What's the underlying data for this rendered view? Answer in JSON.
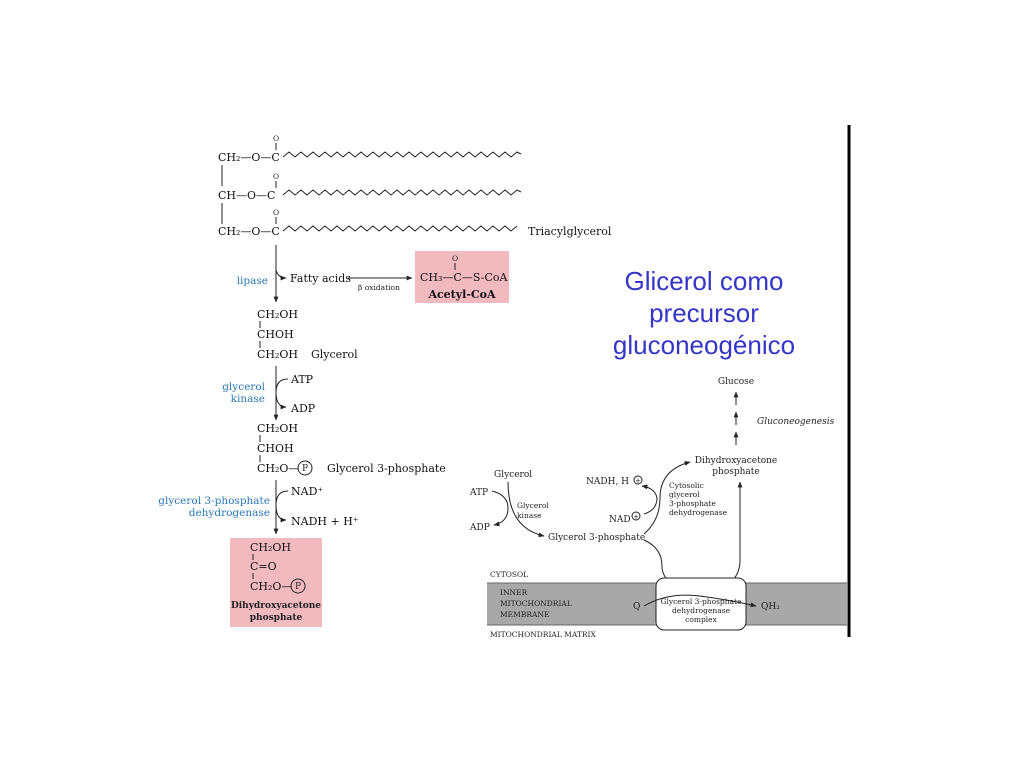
{
  "title": {
    "line1": "Glicerol como",
    "line2": "precursor",
    "line3": "gluconeogénico"
  },
  "left": {
    "triacylglycerol": {
      "o": "O",
      "row1": "CH₂—O—C",
      "row2": "CH—O—C",
      "row3": "CH₂—O—C",
      "label": "Triacylglycerol"
    },
    "lipase": "lipase",
    "fatty_acids": "Fatty acids",
    "beta_ox": "β oxidation",
    "acetyl": {
      "o": "O",
      "formula": "CH₃—C—S-CoA",
      "name": "Acetyl-CoA"
    },
    "glycerol": {
      "l1": "CH₂OH",
      "l2": "CHOH",
      "l3": "CH₂OH",
      "name": "Glycerol"
    },
    "glycerol_kinase": {
      "l1": "glycerol",
      "l2": "kinase"
    },
    "atp": "ATP",
    "adp": "ADP",
    "g3p": {
      "l1": "CH₂OH",
      "l2": "CHOH",
      "l3": "CH₂O—",
      "p": "P",
      "name": "Glycerol 3-phosphate"
    },
    "g3pdh": {
      "l1": "glycerol 3-phosphate",
      "l2": "dehydrogenase"
    },
    "nad": "NAD⁺",
    "nadh": "NADH + H⁺",
    "dhap": {
      "l1": "CH₂OH",
      "l2": "C=O",
      "l3": "CH₂O—",
      "p": "P",
      "n1": "Dihydroxyacetone",
      "n2": "phosphate"
    }
  },
  "right": {
    "glucose": "Glucose",
    "gluconeogenesis": "Gluconeogenesis",
    "dhap": {
      "l1": "Dihydroxyacetone",
      "l2": "phosphate"
    },
    "glycerol": "Glycerol",
    "atp": "ATP",
    "adp": "ADP",
    "glycerol_kinase": {
      "l1": "Glycerol",
      "l2": "kinase"
    },
    "nadh": "NADH, H",
    "nad": "NAD",
    "cyto_enzyme": {
      "l1": "Cytosolic",
      "l2": "glycerol",
      "l3": "3-phosphate",
      "l4": "dehydrogenase"
    },
    "g3p": "Glycerol 3-phosphate",
    "cytosol": "CYTOSOL",
    "membrane": {
      "l1": "INNER",
      "l2": "MITOCHONDRIAL",
      "l3": "MEMBRANE"
    },
    "q": "Q",
    "qh2": "QH₂",
    "complex": {
      "l1": "Glycerol 3-phosphate",
      "l2": "dehydrogenase",
      "l3": "complex"
    },
    "matrix": "MITOCHONDRIAL MATRIX"
  }
}
